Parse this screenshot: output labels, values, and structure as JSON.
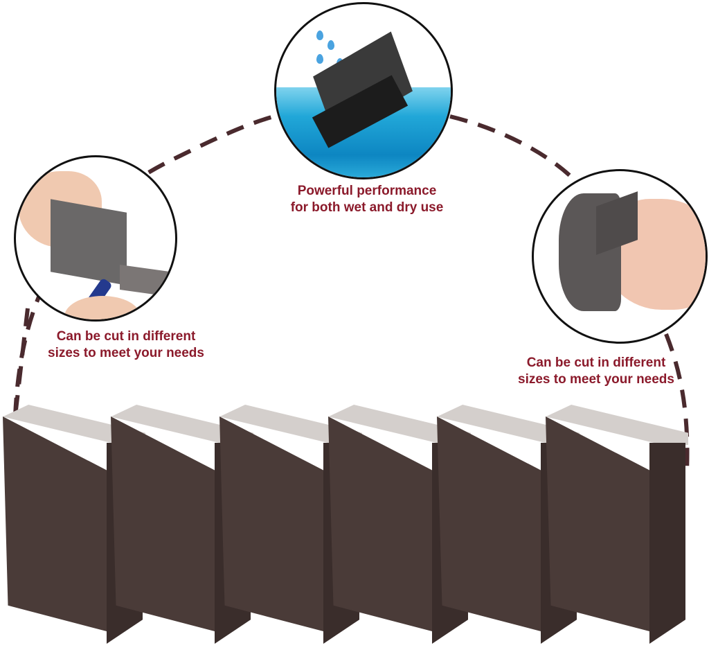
{
  "captions": {
    "top": {
      "line1": "Powerful performance",
      "line2": "for both wet and dry use"
    },
    "left": {
      "line1": "Can be cut in different",
      "line2": "sizes to meet your needs"
    },
    "right": {
      "line1": "Can be cut in different",
      "line2": "sizes to meet your needs"
    }
  },
  "images": {
    "top_circle": "sponge-in-water-with-droplets",
    "left_circle": "hand-cutting-sponge-with-knife",
    "right_circle": "hand-bending-flexible-sponge"
  },
  "product": {
    "block_count": 6
  },
  "colors": {
    "caption_text": "#8b1a2b",
    "dashed_arc": "#4a2a2e",
    "circle_border": "#111111",
    "sponge_face": "#4a3b38",
    "sponge_top": "#d4cfcc",
    "water": "#1e9fd0"
  }
}
